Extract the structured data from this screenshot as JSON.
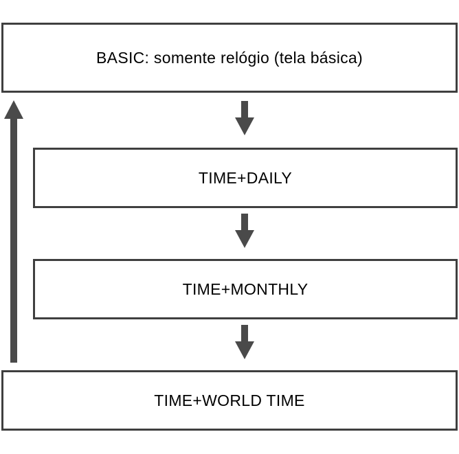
{
  "diagram": {
    "nodes": [
      {
        "id": "basic",
        "label": "BASIC: somente relógio (tela básica)"
      },
      {
        "id": "time-daily",
        "label": "TIME+DAILY"
      },
      {
        "id": "time-monthly",
        "label": "TIME+MONTHLY"
      },
      {
        "id": "time-world",
        "label": "TIME+WORLD TIME"
      }
    ],
    "arrows": [
      {
        "name": "basic-to-daily",
        "direction": "down"
      },
      {
        "name": "daily-to-monthly",
        "direction": "down"
      },
      {
        "name": "monthly-to-world",
        "direction": "down"
      },
      {
        "name": "world-back-to-basic",
        "direction": "up"
      }
    ],
    "colors": {
      "background": "#ffffff",
      "box_fill": "#ffffff",
      "box_border": "#3f3f3f",
      "arrow": "#4a4a4a",
      "text": "#000000"
    }
  }
}
